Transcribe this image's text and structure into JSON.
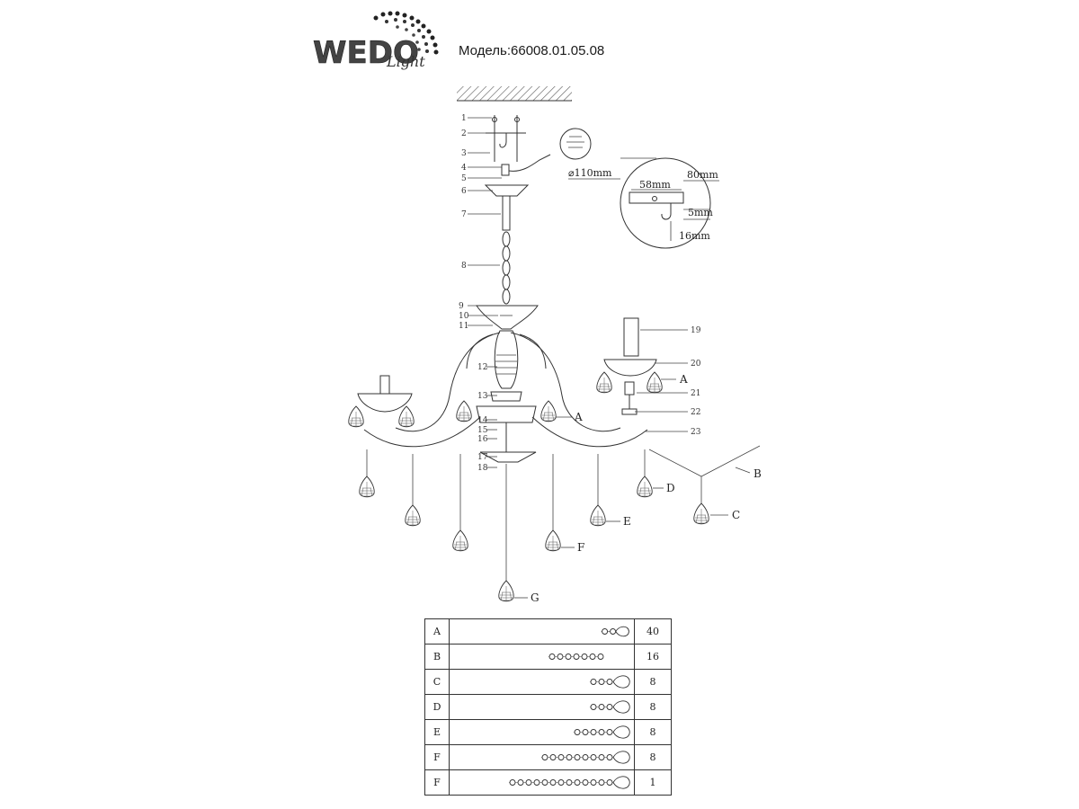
{
  "logo": {
    "brand": "WEDO",
    "sub": "Light"
  },
  "model_label": "Модель:66008.01.05.08",
  "parts": [
    "1",
    "2",
    "3",
    "4",
    "5",
    "6",
    "7",
    "8",
    "9",
    "10",
    "11",
    "12",
    "13",
    "14",
    "15",
    "16",
    "17",
    "18",
    "19",
    "20",
    "21",
    "22",
    "23"
  ],
  "dims": {
    "diameter": "⌀110mm",
    "width": "80mm",
    "span": "58mm",
    "depth": "5mm",
    "offset": "16mm"
  },
  "crystal_letters": {
    "A": "A",
    "B": "B",
    "C": "C",
    "D": "D",
    "E": "E",
    "F": "F",
    "G": "G"
  },
  "table": [
    {
      "key": "A",
      "qty": "40",
      "beads": 2,
      "drop": "small"
    },
    {
      "key": "B",
      "qty": "16",
      "beads": 7,
      "drop": "none"
    },
    {
      "key": "C",
      "qty": "8",
      "beads": 3,
      "drop": "large"
    },
    {
      "key": "D",
      "qty": "8",
      "beads": 3,
      "drop": "large"
    },
    {
      "key": "E",
      "qty": "8",
      "beads": 5,
      "drop": "large"
    },
    {
      "key": "F",
      "qty": "8",
      "beads": 9,
      "drop": "large"
    },
    {
      "key": "F",
      "qty": "1",
      "beads": 13,
      "drop": "large"
    }
  ]
}
